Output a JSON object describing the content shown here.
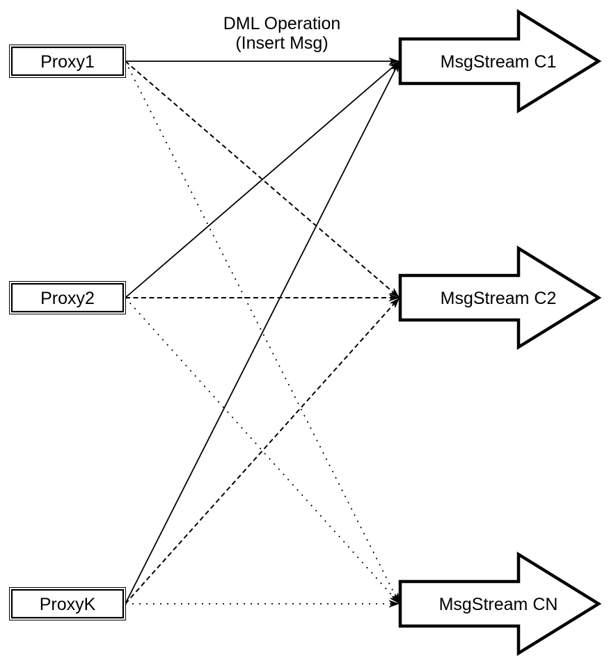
{
  "title": {
    "line1": "DML Operation",
    "line2": "(Insert Msg)"
  },
  "colors": {
    "stroke": "#000000",
    "fill": "#ffffff",
    "background": "#ffffff"
  },
  "diagram": {
    "proxies": [
      {
        "id": "proxy1",
        "label": "Proxy1"
      },
      {
        "id": "proxy2",
        "label": "Proxy2"
      },
      {
        "id": "proxyk",
        "label": "ProxyK"
      }
    ],
    "streams": [
      {
        "id": "c1",
        "label": "MsgStream C1",
        "edge_style": "solid"
      },
      {
        "id": "c2",
        "label": "MsgStream C2",
        "edge_style": "dashed"
      },
      {
        "id": "cn",
        "label": "MsgStream CN",
        "edge_style": "dotted"
      }
    ],
    "connections": [
      {
        "from": "proxy1",
        "to": "c1",
        "style": "solid"
      },
      {
        "from": "proxy2",
        "to": "c1",
        "style": "solid"
      },
      {
        "from": "proxyk",
        "to": "c1",
        "style": "solid"
      },
      {
        "from": "proxy1",
        "to": "c2",
        "style": "dashed"
      },
      {
        "from": "proxy2",
        "to": "c2",
        "style": "dashed"
      },
      {
        "from": "proxyk",
        "to": "c2",
        "style": "dashed"
      },
      {
        "from": "proxy1",
        "to": "cn",
        "style": "dotted"
      },
      {
        "from": "proxy2",
        "to": "cn",
        "style": "dotted"
      },
      {
        "from": "proxyk",
        "to": "cn",
        "style": "dotted"
      }
    ]
  }
}
